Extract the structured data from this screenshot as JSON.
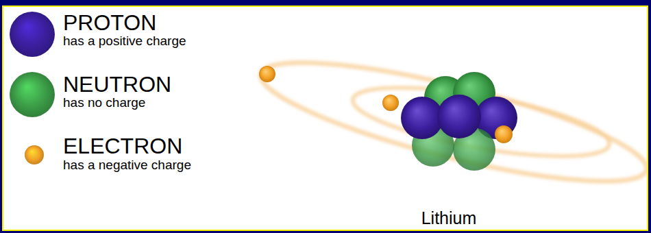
{
  "diagram": {
    "caption": "Lithium",
    "labels": [
      "has a positive charge",
      "has no charge",
      "has a negative charge"
    ],
    "legend": [
      {
        "text": "PROTON",
        "color": "#3b1f9e"
      },
      {
        "text": "NEUTRON",
        "color": "#3c9e48"
      },
      {
        "text": "ELECTRON",
        "color": "#f2a226"
      }
    ]
  }
}
